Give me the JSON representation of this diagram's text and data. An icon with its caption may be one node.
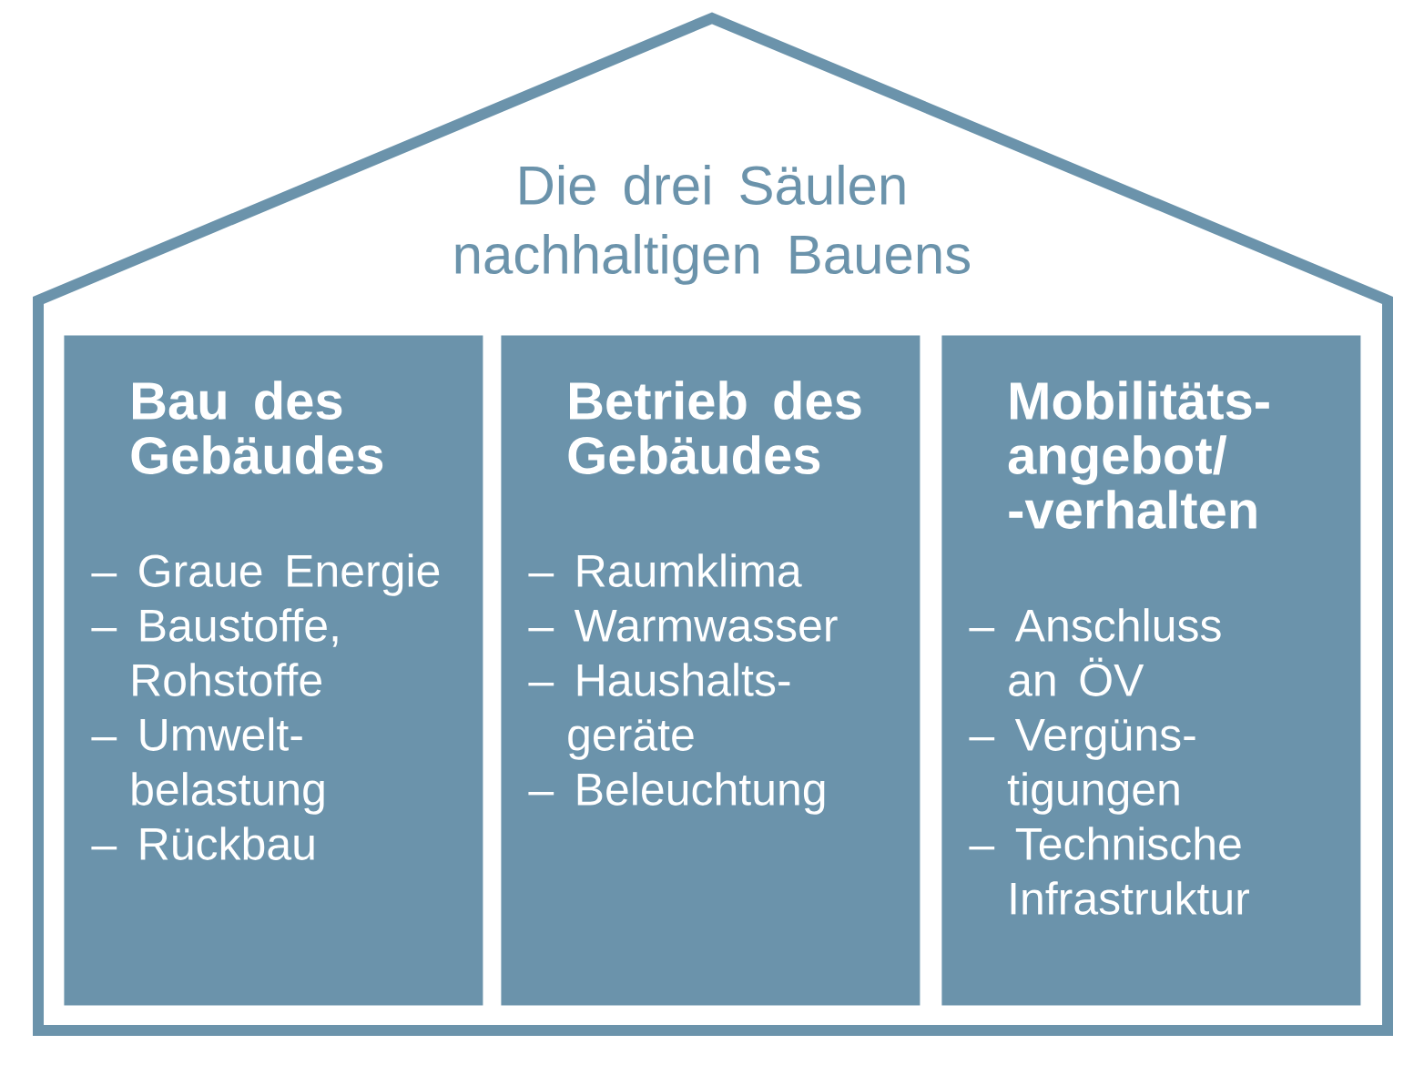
{
  "diagram": {
    "nodes": [
      {
        "text": [
          "Die drei Säulen nachhaltigen Bauens"
        ]
      },
      {
        "text": [
          "Bau des Gebäudes",
          "– Graue Energie",
          "– Baustoffe, Rohstoffe",
          "– Umwelt- belastung",
          "– Rückbau"
        ],
        "in": 0
      },
      {
        "text": [
          "Betrieb des Gebäudes",
          "– Raumklima",
          "– Warmwasser",
          "– Haushalts- geräte",
          "– Beleuchtung"
        ],
        "in": 0
      },
      {
        "text": [
          "Mobilitäts- angebot/ -verhalten",
          "– Anschluss an ÖV",
          "– Vergüns- tigungen",
          "– Technische Infrastruktur"
        ],
        "in": 0
      }
    ]
  }
}
